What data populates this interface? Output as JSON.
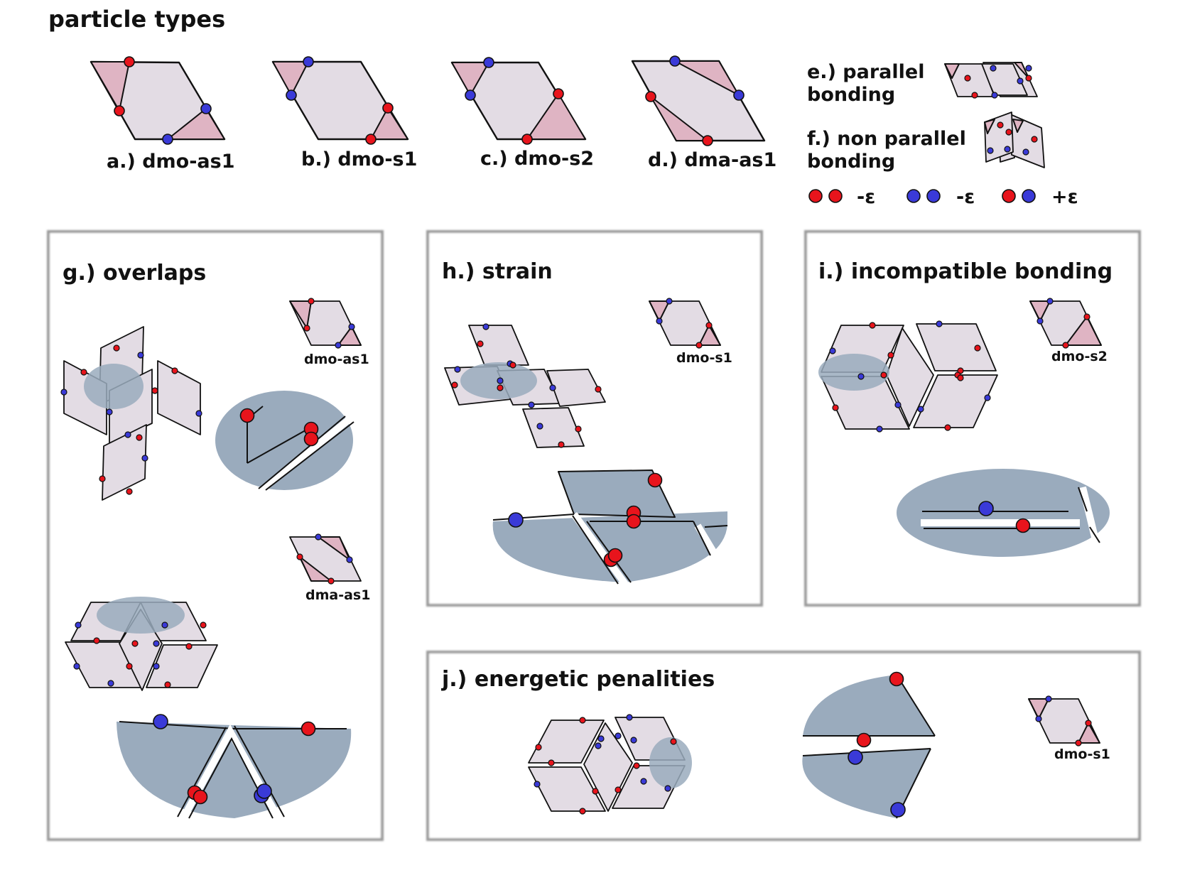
{
  "title": "particle types",
  "particles": [
    {
      "label": "a.) dmo-as1"
    },
    {
      "label": "b.) dmo-s1"
    },
    {
      "label": "c.) dmo-s2"
    },
    {
      "label": "d.) dma-as1"
    }
  ],
  "bonding": {
    "parallel": [
      "e.) parallel",
      "bonding"
    ],
    "non_parallel": [
      "f.) non parallel",
      "bonding"
    ]
  },
  "energy_legend": [
    {
      "colors": [
        "red",
        "red"
      ],
      "label": "-ε"
    },
    {
      "colors": [
        "blue",
        "blue"
      ],
      "label": "-ε"
    },
    {
      "colors": [
        "red",
        "blue"
      ],
      "label": "+ε"
    }
  ],
  "panels": {
    "g": {
      "title": "g.) overlaps",
      "tags": [
        "dmo-as1",
        "dma-as1"
      ]
    },
    "h": {
      "title": "h.) strain",
      "tags": [
        "dmo-s1"
      ]
    },
    "i": {
      "title": "i.) incompatible bonding",
      "tags": [
        "dmo-s2"
      ]
    },
    "j": {
      "title": "j.) energetic penalities",
      "tags": [
        "dmo-s1"
      ]
    }
  },
  "colors": {
    "red_patch": "#e8141c",
    "blue_patch": "#3a3ad8",
    "rhomb_fill": "#e3dce4",
    "triangle_fill": "#dfb4c3",
    "overlap_fill": "#9aabbd"
  }
}
